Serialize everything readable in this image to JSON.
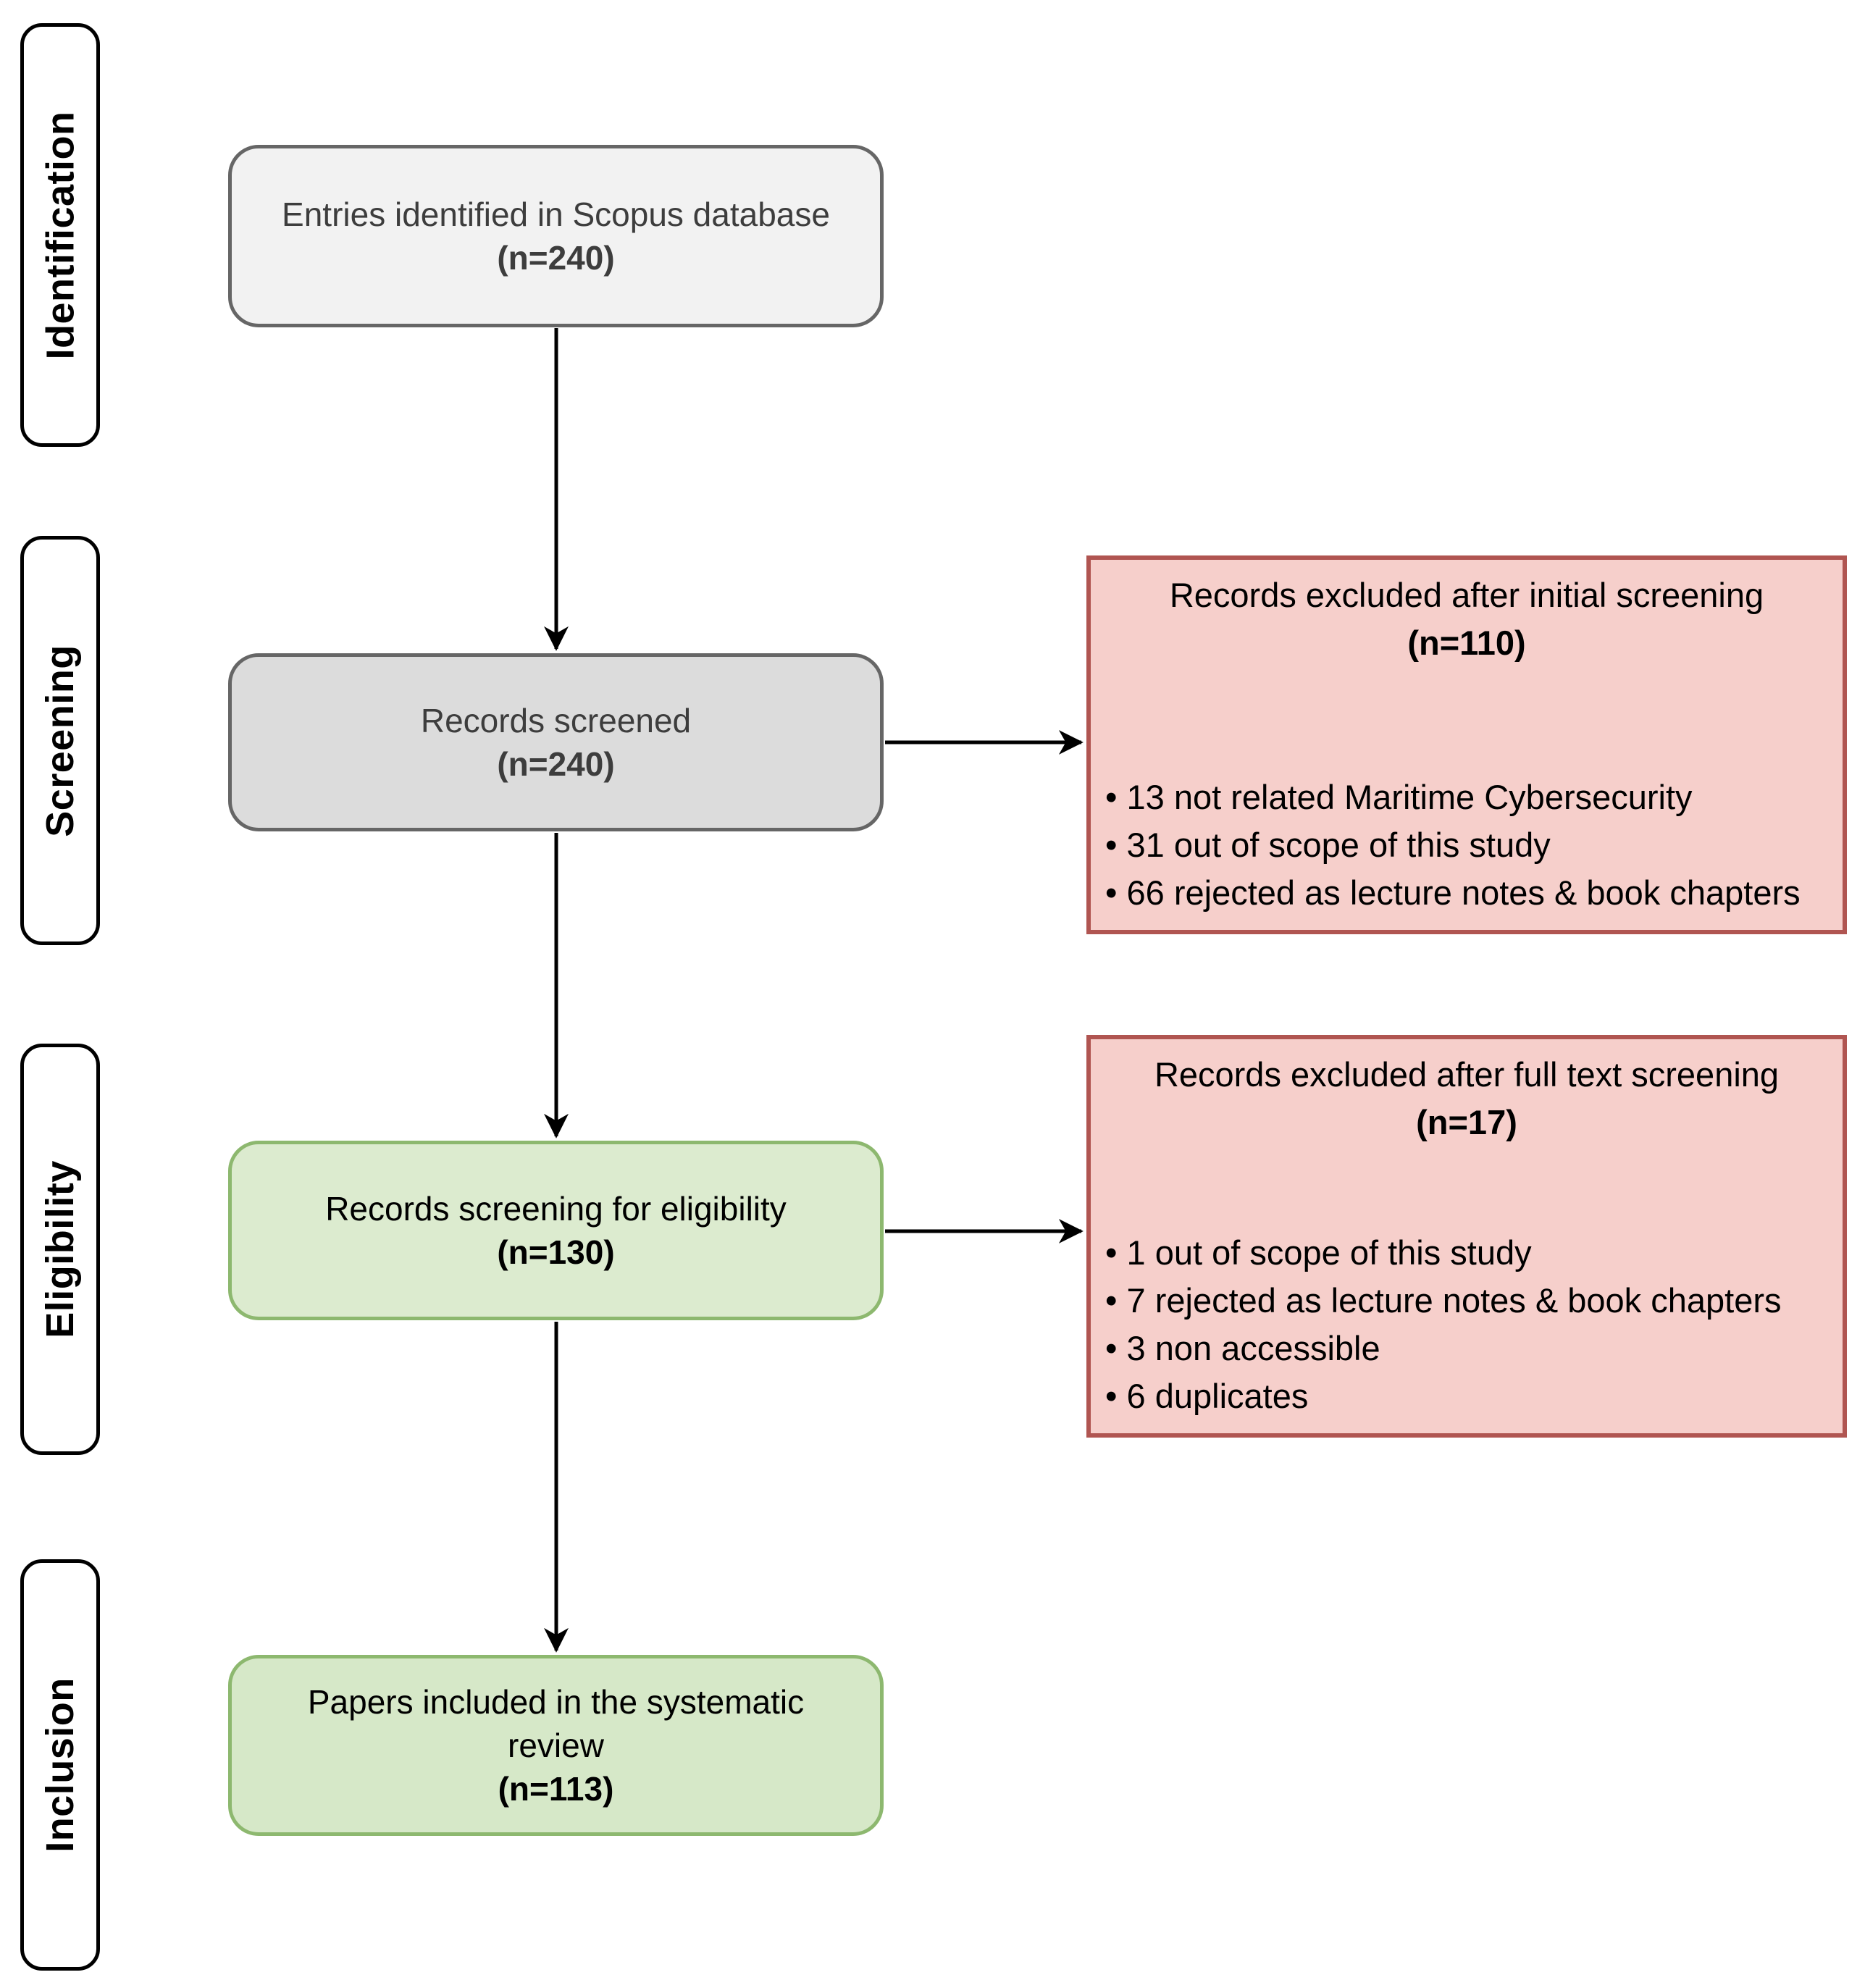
{
  "diagram": {
    "stages": [
      {
        "label": "Identification"
      },
      {
        "label": "Screening"
      },
      {
        "label": "Eligibility"
      },
      {
        "label": "Inclusion"
      }
    ],
    "flow": [
      {
        "text": "Entries identified in Scopus database",
        "count": "(n=240)"
      },
      {
        "text": "Records screened",
        "count": "(n=240)"
      },
      {
        "text": "Records screening for eligibility",
        "count": "(n=130)"
      },
      {
        "text": "Papers included in the systematic review",
        "count": "(n=113)"
      }
    ],
    "exclusions": [
      {
        "title": "Records excluded after initial screening",
        "count": "(n=110)",
        "bullets": [
          "• 13 not related Maritime Cybersecurity",
          "• 31 out of scope of this study",
          "• 66 rejected as lecture notes & book chapters"
        ]
      },
      {
        "title": "Records excluded after full text screening",
        "count": "(n=17)",
        "bullets": [
          "• 1 out of scope of this study",
          "• 7 rejected as lecture notes & book chapters",
          "• 3 non accessible",
          "• 6 duplicates"
        ]
      }
    ],
    "colors": {
      "identified_fill": "#f2f2f2",
      "screened_fill": "#dcdcdc",
      "eligibility_fill": "#dcebcf",
      "included_fill": "#d6e8c8",
      "gray_border": "#666666",
      "green_border": "#8db86f",
      "exclusion_fill": "#f6cfcb",
      "exclusion_border": "#b05551",
      "arrow": "#000000"
    }
  }
}
